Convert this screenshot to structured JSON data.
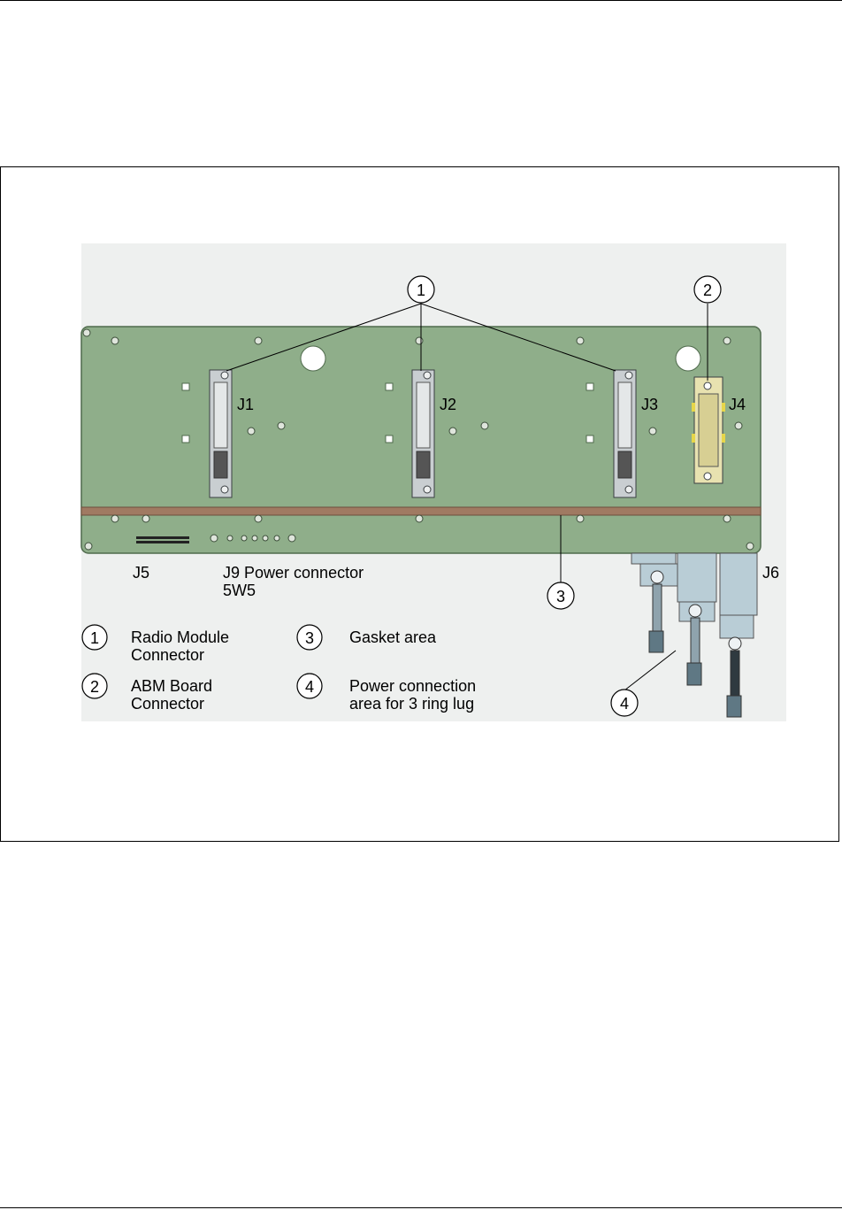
{
  "diagram": {
    "connector_labels": {
      "j1": "J1",
      "j2": "J2",
      "j3": "J3",
      "j4": "J4",
      "j5": "J5",
      "j6": "J6"
    },
    "j9_label_line1": "J9 Power connector",
    "j9_label_line2": "5W5",
    "callouts": [
      "1",
      "2",
      "3",
      "4"
    ],
    "legend": [
      {
        "number": "1",
        "line1": "Radio Module",
        "line2": "Connector"
      },
      {
        "number": "2",
        "line1": "ABM Board",
        "line2": "Connector"
      },
      {
        "number": "3",
        "line1": "Gasket area",
        "line2": ""
      },
      {
        "number": "4",
        "line1": "Power connection",
        "line2": "area for 3 ring lug"
      }
    ],
    "colors": {
      "board": "#8fae8a",
      "board_edge": "#4f6a4c",
      "gasket": "#a07a62",
      "connector": "#c9ced1",
      "abm_connector": "#e8e2b0",
      "abm_accent": "#e6d64a",
      "power_block": "#b9cdd6"
    }
  }
}
